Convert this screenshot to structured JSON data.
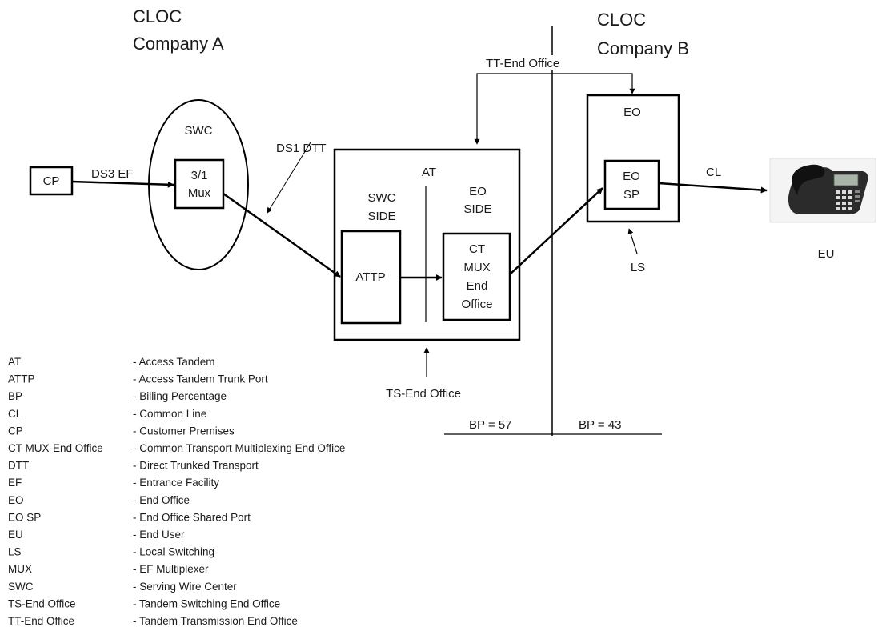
{
  "headers": {
    "company_a": [
      "CLOC",
      "Company A"
    ],
    "company_b": [
      "CLOC",
      "Company B"
    ]
  },
  "nodes": {
    "cp": "CP",
    "swc": "SWC",
    "mux": [
      "3/1",
      "Mux"
    ],
    "at": "AT",
    "swc_side": [
      "SWC",
      "SIDE"
    ],
    "eo_side": [
      "EO",
      "SIDE"
    ],
    "attp": "ATTP",
    "ct_mux": [
      "CT",
      "MUX",
      "End",
      "Office"
    ],
    "eo": "EO",
    "eo_sp": [
      "EO",
      "SP"
    ],
    "eu": "EU"
  },
  "link_labels": {
    "ds3_ef": "DS3 EF",
    "ds1_dtt": "DS1 DTT",
    "tt_end_office": "TT-End Office",
    "ts_end_office": "TS-End Office",
    "ls": "LS",
    "cl": "CL"
  },
  "billing": {
    "left": "BP = 57",
    "right": "BP = 43"
  },
  "legend": [
    {
      "abbr": "AT",
      "desc": "- Access Tandem"
    },
    {
      "abbr": "ATTP",
      "desc": "- Access Tandem Trunk Port"
    },
    {
      "abbr": "BP",
      "desc": "- Billing Percentage"
    },
    {
      "abbr": "CL",
      "desc": "- Common Line"
    },
    {
      "abbr": "CP",
      "desc": "- Customer Premises"
    },
    {
      "abbr": "CT MUX-End Office",
      "desc": "- Common Transport Multiplexing End Office"
    },
    {
      "abbr": "DTT",
      "desc": "- Direct Trunked Transport"
    },
    {
      "abbr": "EF",
      "desc": "- Entrance Facility"
    },
    {
      "abbr": "EO",
      "desc": "- End Office"
    },
    {
      "abbr": "EO SP",
      "desc": "- End Office Shared Port"
    },
    {
      "abbr": "EU",
      "desc": "- End User"
    },
    {
      "abbr": "LS",
      "desc": "- Local Switching"
    },
    {
      "abbr": "MUX",
      "desc": "- EF Multiplexer"
    },
    {
      "abbr": "SWC",
      "desc": "- Serving Wire Center"
    },
    {
      "abbr": "TS-End Office",
      "desc": "- Tandem Switching End Office"
    },
    {
      "abbr": "TT-End Office",
      "desc": "- Tandem Transmission End Office"
    }
  ],
  "colors": {
    "stroke": "#000000",
    "text": "#1a1a1a",
    "phone_body": "#2b2b2b"
  },
  "icons": {
    "end_user": "desk-phone-icon"
  }
}
